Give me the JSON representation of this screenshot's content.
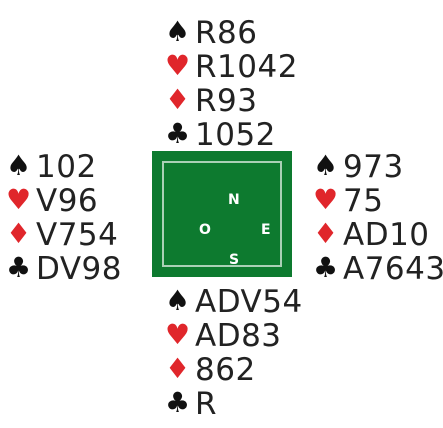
{
  "hands": {
    "north": [
      {
        "suit": "♠",
        "cards": "R86"
      },
      {
        "suit": "♥",
        "cards": "R1042"
      },
      {
        "suit": "♦",
        "cards": "R93"
      },
      {
        "suit": "♣",
        "cards": "1052"
      }
    ],
    "west": [
      {
        "suit": "♠",
        "cards": "102"
      },
      {
        "suit": "♥",
        "cards": "V96"
      },
      {
        "suit": "♦",
        "cards": "V754"
      },
      {
        "suit": "♣",
        "cards": "DV98"
      }
    ],
    "east": [
      {
        "suit": "♠",
        "cards": "973"
      },
      {
        "suit": "♥",
        "cards": "75"
      },
      {
        "suit": "♦",
        "cards": "AD10"
      },
      {
        "suit": "♣",
        "cards": "A7643"
      }
    ],
    "south": [
      {
        "suit": "♠",
        "cards": "ADV54"
      },
      {
        "suit": "♥",
        "cards": "AD83"
      },
      {
        "suit": "♦",
        "cards": "862"
      },
      {
        "suit": "♣",
        "cards": "R"
      }
    ]
  },
  "table": {
    "north_label": "N",
    "west_label": "O",
    "east_label": "E",
    "south_label": "S",
    "color": "#0d7a2f"
  },
  "colors": {
    "red_suit": "#e0262b",
    "black_suit": "#111111"
  }
}
